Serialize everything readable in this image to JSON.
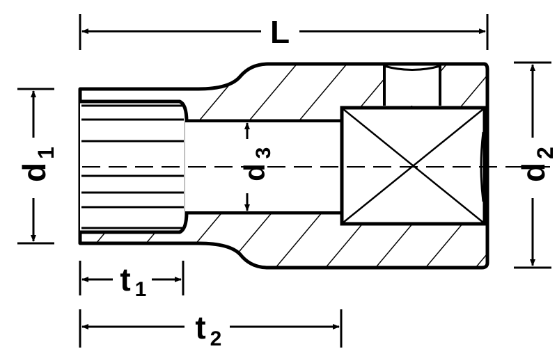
{
  "diagram": {
    "title": "Socket cross-section dimension drawing",
    "labels": {
      "length": "L",
      "d1_main": "d",
      "d1_sub": "1",
      "d2_main": "d",
      "d2_sub": "2",
      "d3_main": "d",
      "d3_sub": "3",
      "t1_main": "t",
      "t1_sub": "1",
      "t2_main": "t",
      "t2_sub": "2"
    },
    "colors": {
      "ink": "#000000",
      "background": "#ffffff"
    }
  }
}
